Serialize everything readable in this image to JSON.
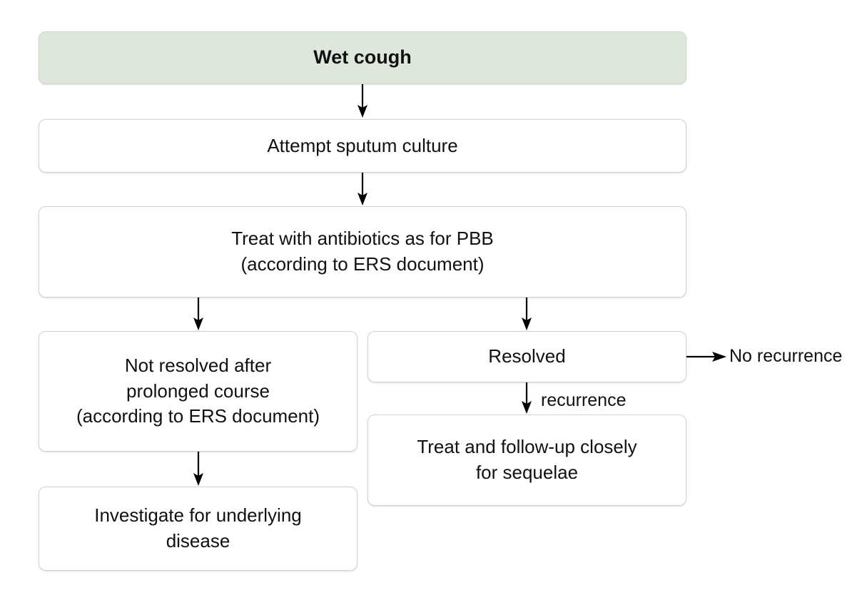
{
  "diagram": {
    "title": "Wet cough management flowchart",
    "background_color": "#ffffff",
    "accent_color": "#dfe7dd",
    "border_color": "#d2d2d2",
    "text_color": "#111111",
    "connector_color": "#000000"
  },
  "nodes": {
    "wet_cough": "Wet cough",
    "sputum_culture": "Attempt sputum culture",
    "treat_antibiotics": "Treat with antibiotics as for PBB\n(according to ERS document)",
    "not_resolved": "Not resolved after\nprolonged course\n(according to ERS document)",
    "resolved": "Resolved",
    "investigate": "Investigate for underlying\ndisease",
    "treat_follow_up": "Treat and follow-up closely\nfor sequelae"
  },
  "labels": {
    "recurrence": "recurrence",
    "no_recurrence": "No recurrence"
  }
}
